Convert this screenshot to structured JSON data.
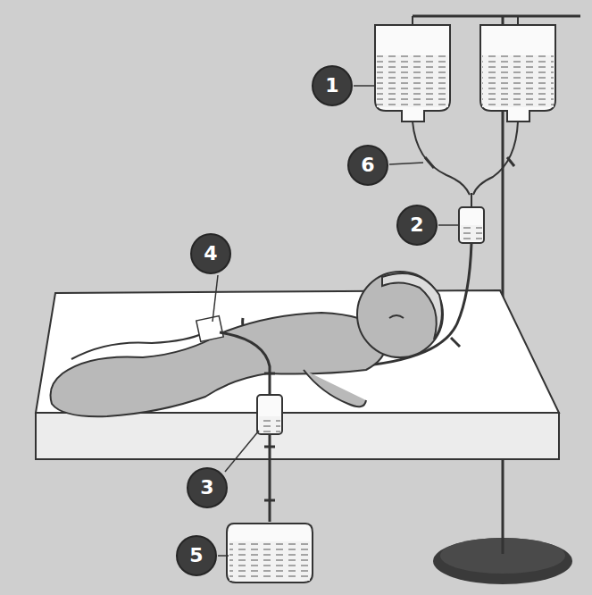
{
  "diagram": {
    "nodes": [
      {
        "text": [
          "1"
        ]
      },
      {
        "text": [
          "6"
        ]
      },
      {
        "text": [
          "2"
        ]
      },
      {
        "text": [
          "4"
        ]
      },
      {
        "text": [
          "3"
        ]
      },
      {
        "text": [
          "5"
        ]
      }
    ]
  }
}
